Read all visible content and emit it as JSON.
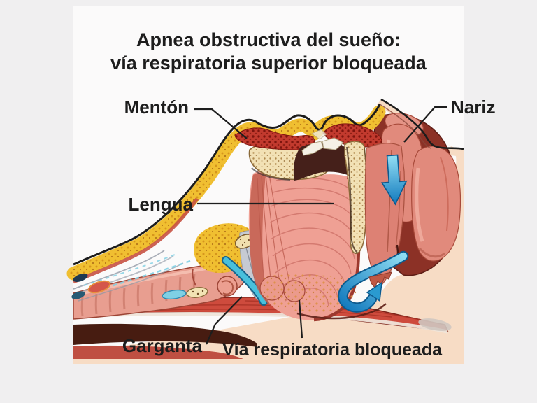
{
  "title": {
    "line1": "Apnea obstructiva del sueño:",
    "line2": "vía respiratoria superior bloqueada"
  },
  "labels": {
    "menton": "Mentón",
    "nariz": "Nariz",
    "lengua": "Lengua",
    "garganta": "Garganta",
    "via_respiratoria": "Vía respiratoria bloqueada"
  },
  "icons": {
    "nasal_airflow": "airflow-down-arrow",
    "blocked_airflow": "blocked-airflow-hook-arrow"
  },
  "colors": {
    "page_background": "#f0eff0",
    "canvas_background": "#fbfafa",
    "skin": "#f7dcc5",
    "fat_yellow": "#f0bf31",
    "muscle_red": "#ce4b3d",
    "lip_red": "#c23a2e",
    "tongue_pink": "#efa094",
    "bone_cream": "#f2e1b5",
    "nasal_mucosa": "#e18a7c",
    "cavity_dark": "#45201a",
    "arrow_blue": "#2a9ad0",
    "outline_black": "#1c1c1c",
    "label_text": "#1d1d1d"
  }
}
